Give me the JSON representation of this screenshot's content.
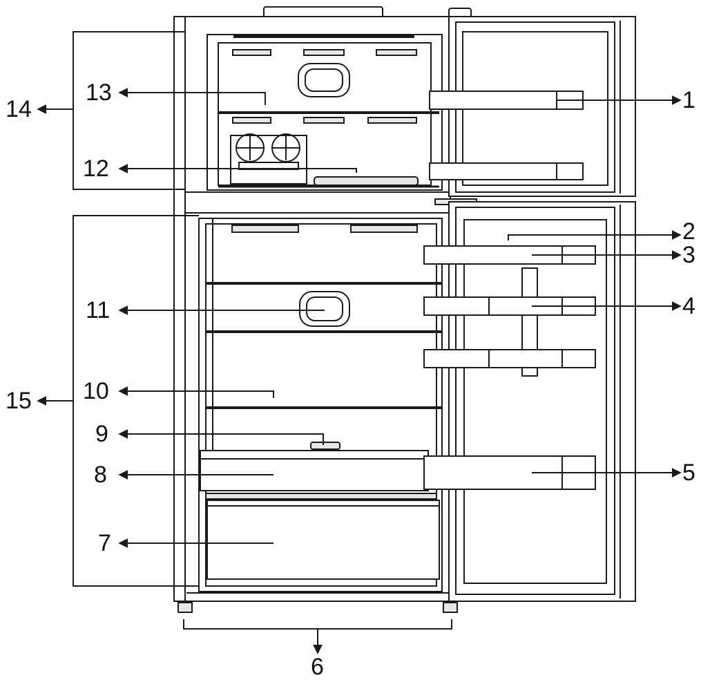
{
  "diagram": {
    "colors": {
      "line": "#1a1a1a",
      "fill": "#ffffff",
      "shade": "#e6e6e6"
    },
    "callouts": [
      {
        "id": "1",
        "label": "1",
        "part": "freezer-door-shelf-upper"
      },
      {
        "id": "2",
        "label": "2",
        "part": "fridge-door-top-label"
      },
      {
        "id": "3",
        "label": "3",
        "part": "fridge-door-shelf-top"
      },
      {
        "id": "4",
        "label": "4",
        "part": "fridge-door-shelf-middle"
      },
      {
        "id": "5",
        "label": "5",
        "part": "fridge-door-shelf-bottom"
      },
      {
        "id": "6",
        "label": "6",
        "part": "adjustable-feet"
      },
      {
        "id": "7",
        "label": "7",
        "part": "crisper-drawer"
      },
      {
        "id": "8",
        "label": "8",
        "part": "chiller-drawer"
      },
      {
        "id": "9",
        "label": "9",
        "part": "drawer-control"
      },
      {
        "id": "10",
        "label": "10",
        "part": "fridge-glass-shelf"
      },
      {
        "id": "11",
        "label": "11",
        "part": "fridge-light"
      },
      {
        "id": "12",
        "label": "12",
        "part": "ice-tray"
      },
      {
        "id": "13",
        "label": "13",
        "part": "freezer-shelf"
      },
      {
        "id": "14",
        "label": "14",
        "part": "freezer-compartment"
      },
      {
        "id": "15",
        "label": "15",
        "part": "fridge-compartment"
      }
    ]
  }
}
